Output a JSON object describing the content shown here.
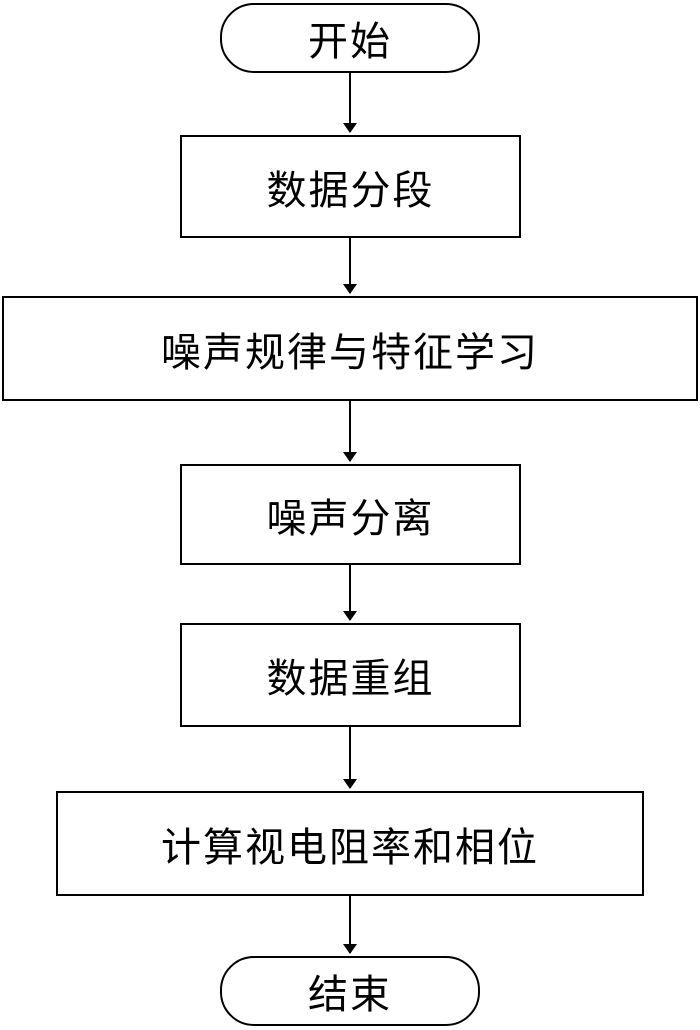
{
  "flowchart": {
    "start": "开始",
    "steps": [
      "数据分段",
      "噪声规律与特征学习",
      "噪声分离",
      "数据重组",
      "计算视电阻率和相位"
    ],
    "end": "结束"
  },
  "colors": {
    "stroke": "#000000",
    "background": "#ffffff"
  }
}
